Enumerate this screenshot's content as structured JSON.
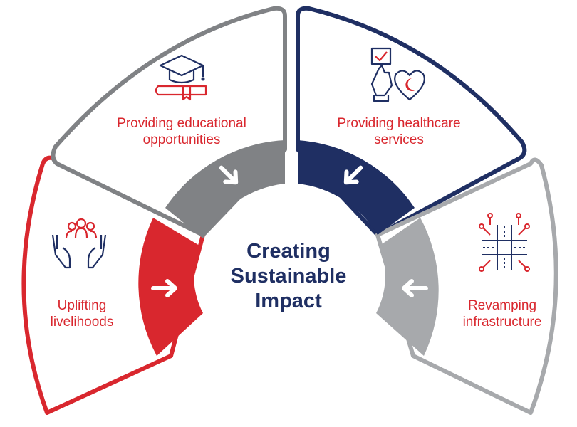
{
  "center": {
    "line1": "Creating",
    "line2": "Sustainable",
    "line3": "Impact"
  },
  "segments": [
    {
      "key": "edu",
      "line1": "Providing educational",
      "line2": "opportunities",
      "icon": "graduation-cap-books-icon"
    },
    {
      "key": "health",
      "line1": "Providing healthcare",
      "line2": "services",
      "icon": "checklist-heart-icon"
    },
    {
      "key": "live",
      "line1": "Uplifting",
      "line2": "livelihoods",
      "icon": "hands-people-icon"
    },
    {
      "key": "infra",
      "line1": "Revamping",
      "line2": "infrastructure",
      "icon": "crossroads-circuit-icon"
    }
  ],
  "colors": {
    "red": "#d9272e",
    "navy": "#1f2f63",
    "dark_gray": "#808285",
    "light_gray": "#a7a9ac",
    "text_red": "#d9272e"
  }
}
